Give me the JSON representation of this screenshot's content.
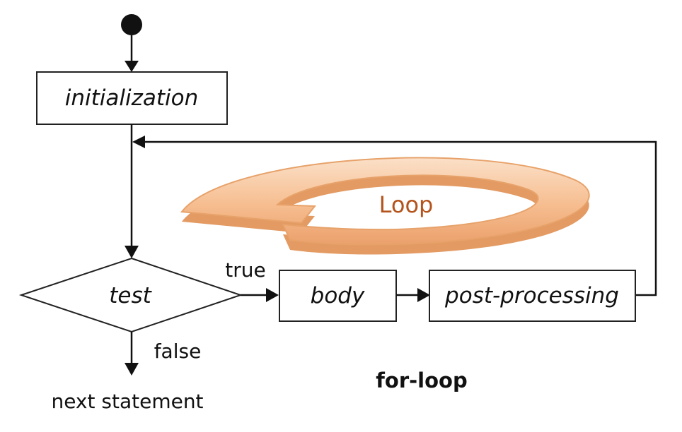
{
  "nodes": {
    "initialization": "initialization",
    "test": "test",
    "body": "body",
    "post_processing": "post-processing",
    "next_statement": "next statement"
  },
  "edge_labels": {
    "true": "true",
    "false": "false"
  },
  "loop_label": "Loop",
  "caption": "for-loop",
  "colors": {
    "line": "#111111",
    "loop_arrow_fill": "#f7c59d",
    "loop_arrow_stroke": "#e7a26a",
    "loop_text": "#b4541c"
  }
}
